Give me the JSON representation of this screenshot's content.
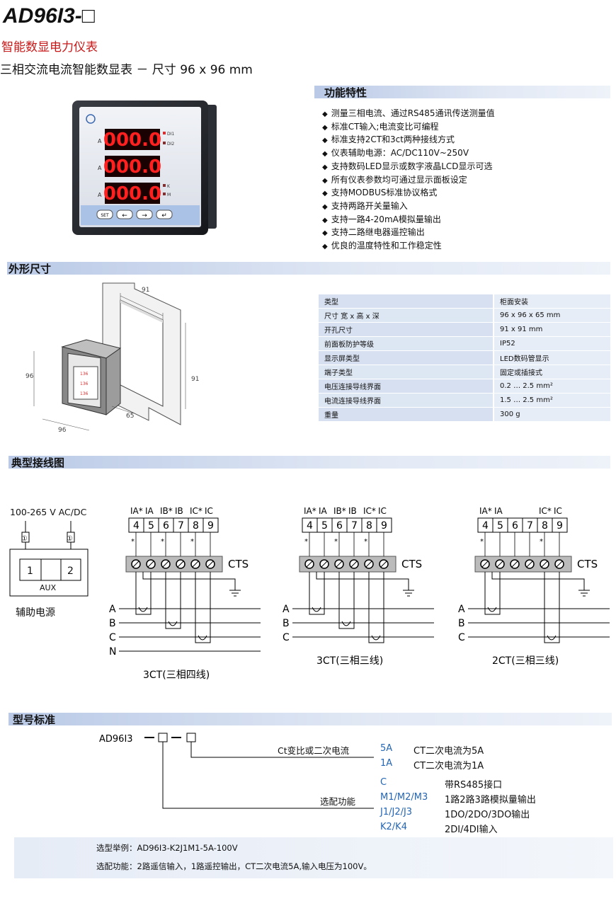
{
  "header": {
    "model_title": "AD96I3-□",
    "category": "智能数显电力仪表",
    "product_line": "三相交流电流智能数显表 － 尺寸 96 x 96 mm"
  },
  "sections": {
    "features": "功能特性",
    "dimensions": "外形尺寸",
    "wiring": "典型接线图",
    "model": "型号标准"
  },
  "features": [
    "测量三相电流、通过RS485通讯传送测量值",
    "标准CT输入;电流变比可编程",
    "标准支持2CT和3ct两种接线方式",
    "仪表辅助电源：AC/DC110V~250V",
    "支持数码LED显示或数字液晶LCD显示可选",
    "所有仪表参数均可通过显示面板设定",
    "支持MODBUS标准协议格式",
    "支持两路开关量输入",
    "支持一路4-20mA模拟量输出",
    "支持二路继电器遥控输出",
    "优良的温度特性和工作稳定性"
  ],
  "meter_photo": {
    "digits": "000.0",
    "row_labels": [
      "A",
      "A",
      "A"
    ],
    "indicators": [
      "DI1",
      "DI2",
      "K",
      "M"
    ],
    "buttons": [
      "SET",
      "←",
      "→",
      "↵"
    ]
  },
  "dimension_drawing": {
    "cutout_width": "91",
    "cutout_height": "91",
    "front_height": "96",
    "front_width": "96",
    "depth": "65"
  },
  "spec_table": [
    {
      "key": "类型",
      "value": "柜面安装"
    },
    {
      "key": "尺寸  宽 x 高 x 深",
      "value": "96 x 96 x 65 mm"
    },
    {
      "key": "开孔尺寸",
      "value": "91 x 91 mm"
    },
    {
      "key": "前面板防护等级",
      "value": "IP52"
    },
    {
      "key": "显示屏类型",
      "value": "LED数码管显示"
    },
    {
      "key": "端子类型",
      "value": "固定或插接式"
    },
    {
      "key": "电压连接导线界面",
      "value": "0.2 … 2.5 mm²"
    },
    {
      "key": "电流连接导线界面",
      "value": "1.5 … 2.5 mm²"
    },
    {
      "key": "重量",
      "value": "300 g"
    }
  ],
  "wiring": {
    "aux_voltage": "100-265 V  AC/DC",
    "aux_terminals": [
      "1",
      "2"
    ],
    "aux_label": "AUX",
    "aux_caption": "辅助电源",
    "terminals": [
      "4",
      "5",
      "6",
      "7",
      "8",
      "9"
    ],
    "current_labels": [
      "IA*",
      "IA",
      "IB*",
      "IB",
      "IC*",
      "IC"
    ],
    "cts_label": "CTS",
    "phases_4": [
      "A",
      "B",
      "C",
      "N"
    ],
    "phases_3": [
      "A",
      "B",
      "C"
    ],
    "captions": [
      "3CT(三相四线)",
      "3CT(三相三线)",
      "2CT(三相三线)"
    ],
    "fuse_symbol": "①"
  },
  "model_code": {
    "prefix": "AD96I3",
    "ct_label": "Ct变比或二次电流",
    "option_label": "选配功能",
    "ct_options": [
      {
        "code": "5A",
        "desc": "CT二次电流为5A"
      },
      {
        "code": "1A",
        "desc": "CT二次电流为1A"
      }
    ],
    "func_options": [
      {
        "code": "C",
        "desc": "带RS485接口"
      },
      {
        "code": "M1/M2/M3",
        "desc": "1路2路3路模拟量输出"
      },
      {
        "code": "J1/J2/J3",
        "desc": "1DO/2DO/3DO输出"
      },
      {
        "code": "K2/K4",
        "desc": "2DI/4DI输入"
      }
    ],
    "example": "选型举例：AD96I3-K2J1M1-5A-100V",
    "example_desc": "选配功能：2路遥信输入，1路遥控输出，CT二次电流5A,输入电压为100V。"
  },
  "colors": {
    "accent_red": "#c81818",
    "section_bar": "#c7d4ec",
    "code_blue": "#2466b4",
    "led_red": "#ff2020"
  }
}
